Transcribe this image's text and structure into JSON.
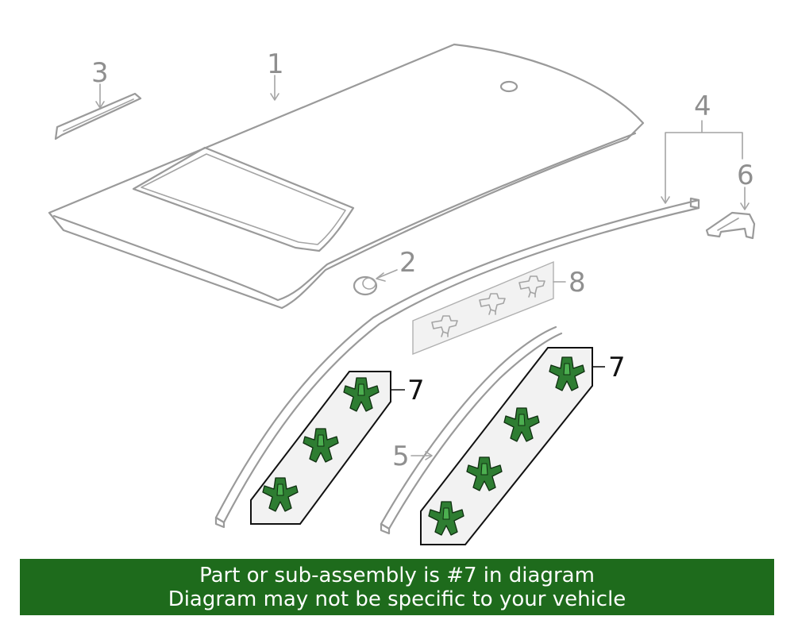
{
  "diagram": {
    "callouts": {
      "roof_panel": "1",
      "plug": "2",
      "bracket": "3",
      "molding_group": "4",
      "front_molding": "5",
      "end_cap": "6",
      "clip_left": "7",
      "clip_right": "7",
      "clip_set_gray": "8"
    },
    "colors": {
      "line_gray": "#9a9a9a",
      "highlight_green": "#2e7d32",
      "banner_green": "#1e6b1c",
      "banner_text": "#ffffff"
    }
  },
  "banner": {
    "line1": "Part or sub-assembly is #7 in diagram",
    "line2": "Diagram may not be specific to your vehicle"
  }
}
